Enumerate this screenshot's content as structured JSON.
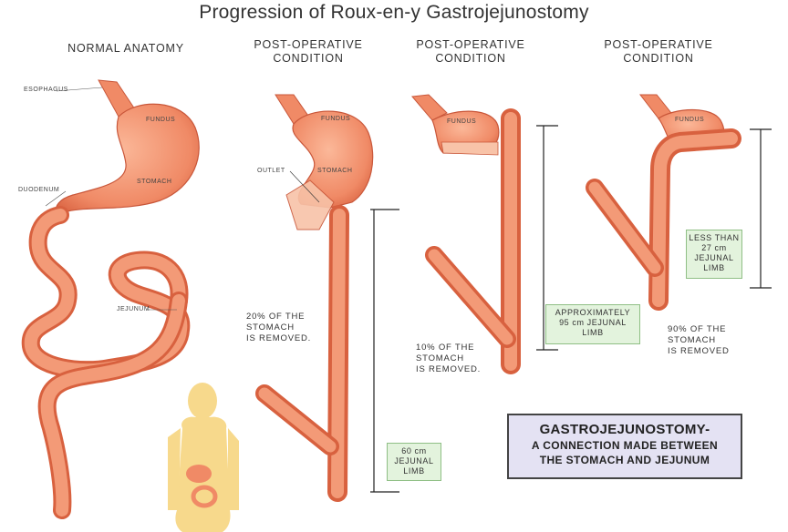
{
  "title": "Progression of Roux-en-y Gastrojejunostomy",
  "panels": [
    {
      "heading": "NORMAL ANATOMY",
      "labels": {
        "esophagus": "ESOPHAGUS",
        "fundus": "FUNDUS",
        "stomach": "STOMACH",
        "duodenum": "DUODENUM",
        "jejunum": "JEJUNUM"
      }
    },
    {
      "heading_l1": "POST-OPERATIVE",
      "heading_l2": "CONDITION",
      "labels": {
        "fundus": "FUNDUS",
        "stomach": "STOMACH",
        "outlet": "OUTLET"
      },
      "note_l1": "20% OF THE",
      "note_l2": "STOMACH",
      "note_l3": "IS REMOVED.",
      "limb_l1": "60 cm",
      "limb_l2": "JEJUNAL",
      "limb_l3": "LIMB"
    },
    {
      "heading_l1": "POST-OPERATIVE",
      "heading_l2": "CONDITION",
      "labels": {
        "fundus": "FUNDUS"
      },
      "note_l1": "10% OF THE",
      "note_l2": "STOMACH",
      "note_l3": "IS REMOVED.",
      "limb_l1": "APPROXIMATELY",
      "limb_l2": "95 cm JEJUNAL",
      "limb_l3": "LIMB"
    },
    {
      "heading_l1": "POST-OPERATIVE",
      "heading_l2": "CONDITION",
      "labels": {
        "fundus": "FUNDUS"
      },
      "note_l1": "90% OF THE",
      "note_l2": "STOMACH",
      "note_l3": "IS REMOVED",
      "limb_l1": "LESS THAN",
      "limb_l2": "27 cm",
      "limb_l3": "JEJUNAL",
      "limb_l4": "LIMB"
    }
  ],
  "definition": {
    "line1": "GASTROJEJUNOSTOMY-",
    "line2": "A CONNECTION MADE BETWEEN",
    "line3": "THE STOMACH AND JEJUNUM"
  },
  "colors": {
    "organ": "#f08a66",
    "organ_dark": "#d8613f",
    "organ_light": "#fbb79b",
    "body": "#f7d98c",
    "limb_box": "#e3f3dd",
    "def_box": "#e4e2f3"
  }
}
